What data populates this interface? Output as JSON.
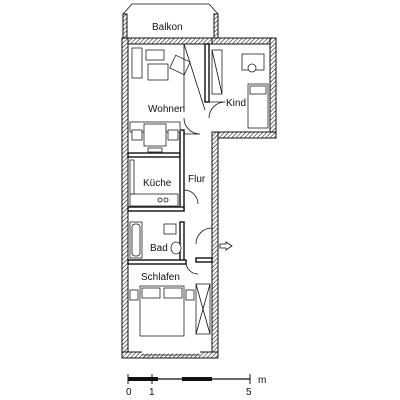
{
  "rooms": {
    "balkon": "Balkon",
    "wohnen": "Wohnen",
    "kind": "Kind",
    "flur": "Flur",
    "kueche": "Küche",
    "bad": "Bad",
    "schlafen": "Schlafen"
  },
  "scale": {
    "unit": "m",
    "ticks": [
      "0",
      "1",
      "5"
    ]
  }
}
